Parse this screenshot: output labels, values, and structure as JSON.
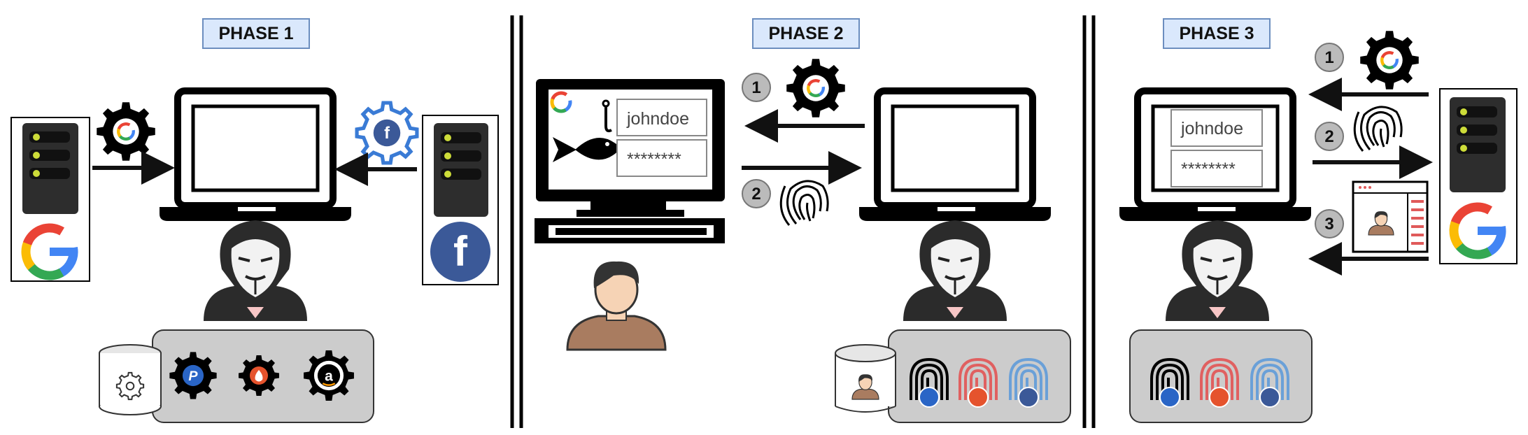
{
  "phases": [
    {
      "label": "PHASE 1"
    },
    {
      "label": "PHASE 2"
    },
    {
      "label": "PHASE 3"
    }
  ],
  "credentials": {
    "username": "johndoe",
    "password": "********"
  },
  "steps": [
    "1",
    "2",
    "3"
  ],
  "logos": {
    "facebook": "f",
    "google": "G",
    "amazon": "a"
  },
  "colors": {
    "label_fill": "#dae8fc",
    "label_stroke": "#6c8ebf",
    "store_fill": "#cccccc",
    "step_fill": "#bbbbbb",
    "server_led": "#cddc39",
    "facebook": "#3b5998",
    "paypal": "#2a65c6",
    "tinder": "#e5532d",
    "google_blue": "#4285f4",
    "google_red": "#ea4335",
    "google_yellow": "#fbbc05",
    "google_green": "#34a853"
  }
}
